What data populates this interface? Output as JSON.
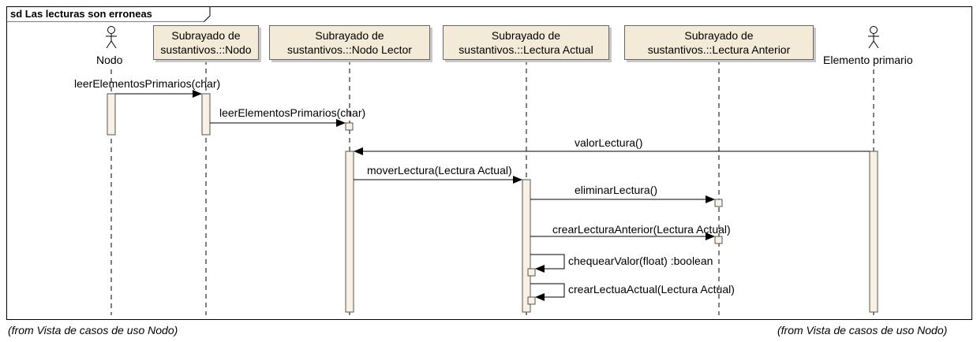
{
  "frame": {
    "title": "sd Las lecturas son erroneas"
  },
  "actors": {
    "nodo": {
      "label": "Nodo"
    },
    "elemento": {
      "label": "Elemento primario"
    }
  },
  "lifelines": {
    "nodo_box": {
      "line1": "Subrayado de",
      "line2": "sustantivos.::Nodo"
    },
    "lector_box": {
      "line1": "Subrayado de",
      "line2": "sustantivos.::Nodo Lector"
    },
    "actual_box": {
      "line1": "Subrayado de",
      "line2": "sustantivos.::Lectura Actual"
    },
    "anterior_box": {
      "line1": "Subrayado de",
      "line2": "sustantivos.::Lectura Anterior"
    }
  },
  "messages": {
    "m1": "leerElementosPrimarios(char)",
    "m2": "leerElementosPrimarios(char)",
    "m3": "valorLectura()",
    "m4": "moverLectura(Lectura Actual)",
    "m5": "eliminarLectura()",
    "m6": "crearLecturaAnterior(Lectura Actual)",
    "m7": "chequearValor(float) :boolean",
    "m8": "crearLectuaActual(Lectura Actual)"
  },
  "footer": {
    "left": "(from Vista de casos de uso Nodo)",
    "right": "(from Vista de casos de uso Nodo)"
  }
}
